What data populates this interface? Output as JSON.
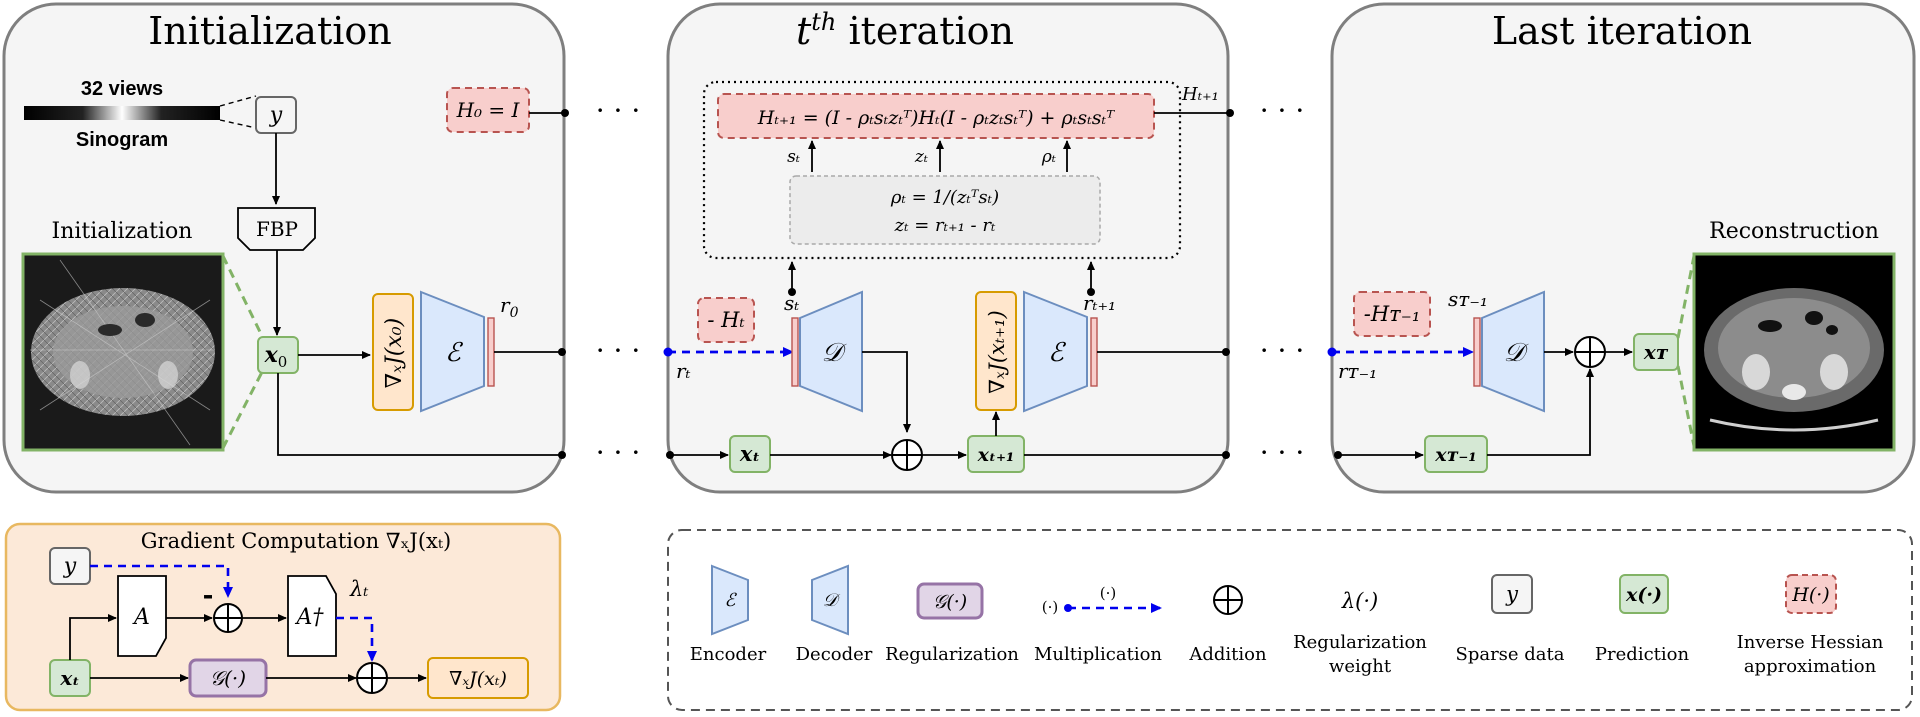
{
  "panels": {
    "init_title": "Initialization",
    "iter_title": "t",
    "iter_title_sup": "th",
    "iter_title_rest": " iteration",
    "last_title": "Last iteration"
  },
  "sinogram": {
    "views_label": "32 views",
    "label": "Sinogram"
  },
  "init": {
    "image_label": "Initialization",
    "y": "y",
    "fbp": "FBP",
    "x0": "x",
    "x0_sub": "0",
    "grad": "∇ₓJ(x₀)",
    "encoder": "ℰ",
    "r0": "r",
    "r0_sub": "0",
    "h0": "H₀ = I"
  },
  "iter": {
    "hessian_update": "Hₜ₊₁ = (I - ρₜsₜzₜᵀ)Hₜ(I - ρₜzₜsₜᵀ) + ρₜsₜsₜᵀ",
    "rho_eq": "ρₜ = 1/(zₜᵀsₜ)",
    "z_eq": "zₜ = rₜ₊₁ - rₜ",
    "s_in": "sₜ",
    "z_in": "zₜ",
    "rho_in": "ρₜ",
    "h_out": "Hₜ₊₁",
    "neg_h": "- Hₜ",
    "r_t": "rₜ",
    "s_t": "sₜ",
    "decoder": "𝒟",
    "x_t": "xₜ",
    "x_t1": "xₜ₊₁",
    "grad": "∇ₓJ(xₜ₊₁)",
    "encoder": "ℰ",
    "r_t1": "rₜ₊₁"
  },
  "last": {
    "neg_h": "-Hᴛ₋₁",
    "s": "sᴛ₋₁",
    "r": "rᴛ₋₁",
    "decoder": "𝒟",
    "x_prev": "xᴛ₋₁",
    "x_T": "xᴛ",
    "recon_label": "Reconstruction"
  },
  "dots": "· · ·",
  "gradient_box": {
    "title": "Gradient Computation  ∇ₓJ(xₜ)",
    "y": "y",
    "A": "A",
    "A_dag": "A†",
    "minus": "-",
    "lambda": "λₜ",
    "x": "xₜ",
    "G": "𝒢(·)",
    "out": "∇ₓJ(xₜ)"
  },
  "legend": {
    "encoder_sym": "ℰ",
    "encoder": "Encoder",
    "decoder_sym": "𝒟",
    "decoder": "Decoder",
    "reg_sym": "𝒢(·)",
    "regularization": "Regularization",
    "mult_sym_a": "(·)",
    "mult_sym_b": "(·)",
    "multiplication": "Multiplication",
    "addition": "Addition",
    "lambda_sym": "λ(·)",
    "reg_weight_1": "Regularization",
    "reg_weight_2": "weight",
    "y_sym": "y",
    "sparse": "Sparse data",
    "x_sym": "x(·)",
    "prediction": "Prediction",
    "h_sym": "H(·)",
    "ih_1": "Inverse Hessian",
    "ih_2": "approximation"
  },
  "colors": {
    "panel_bg": "#f5f5f5",
    "panel_stroke": "#7f7f7f",
    "green_fill": "#d5e8d4",
    "green_stroke": "#82b366",
    "orange_fill": "#ffe6cc",
    "orange_stroke": "#d79b00",
    "blue_fill": "#dae8fc",
    "blue_stroke": "#6c8ebf",
    "red_fill": "#f8cecc",
    "red_stroke": "#b85450",
    "purple_fill": "#e1d5e7",
    "purple_stroke": "#9673a6",
    "grad_bg": "#fce9d8",
    "grad_stroke": "#e8b860",
    "dash_blue": "#0000ee"
  }
}
